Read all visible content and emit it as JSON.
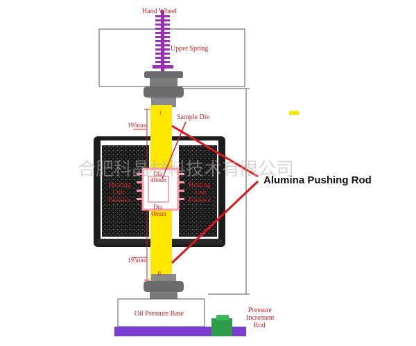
{
  "labels": {
    "hand_wheel": "Hand Wheel",
    "upper_spring": "Upper Spring",
    "sample_die": "Sample Die",
    "dim_upper": "195mm",
    "dim_lower": "195mm",
    "heating_left": [
      "Heating",
      "Unit",
      "Furnace"
    ],
    "heating_right": [
      "Heating",
      "Unit",
      "Furnace"
    ],
    "dia_top": [
      "Dia",
      "40mm"
    ],
    "dia_bottom": [
      "Dia",
      "40mm"
    ],
    "alumina_rod": "Alumina Pushing Rod",
    "oil_pressure_base": "Oil Pressure Base",
    "pressure_rod": [
      "Pressure",
      "Increment",
      "Rod"
    ],
    "rod_mark_top": "I",
    "rod_mark_bottom": "II"
  },
  "watermark": "合肥科晶材料技术有限公司",
  "colors": {
    "rod_yellow": "#ffe800",
    "spring_purple": "#9b2fb8",
    "label_red": "#cc2222",
    "callout_red": "#e0151b",
    "frame_grey": "#555555",
    "coupling_grey": "#6b6b6b",
    "base_purple": "#7a3fd0",
    "ram_green": "#2f9c4a",
    "heater_pink": "#ff9aa8"
  }
}
